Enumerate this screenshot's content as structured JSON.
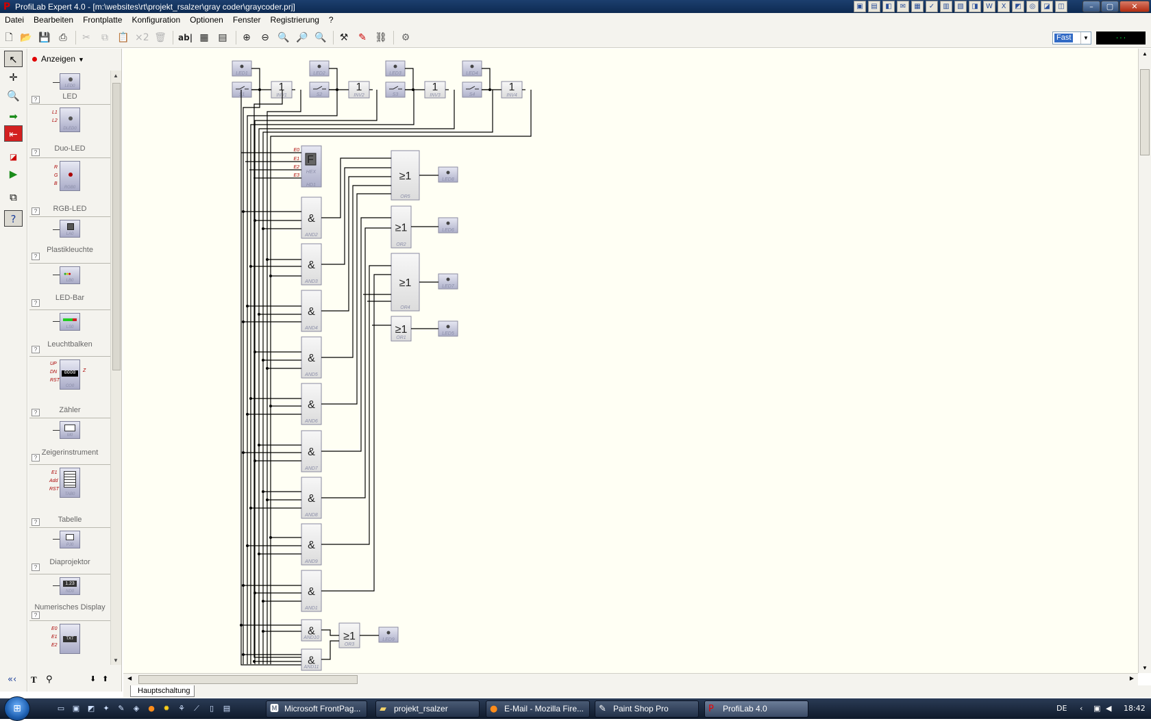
{
  "window": {
    "title": "ProfiLab Expert 4.0 - [m:\\websites\\rt\\projekt_rsalzer\\gray coder\\graycoder.prj]",
    "app_icon": "P"
  },
  "menu": [
    "Datei",
    "Bearbeiten",
    "Frontplatte",
    "Konfiguration",
    "Optionen",
    "Fenster",
    "Registrierung",
    "?"
  ],
  "toolbar": {
    "speed_value": "Fast",
    "speed_display": "..."
  },
  "library": {
    "header": "Anzeigen",
    "items": [
      {
        "label": "LED",
        "tag": "LED0"
      },
      {
        "label": "Duo-LED",
        "tag": "DLED0",
        "pins": [
          "L1",
          "L2"
        ]
      },
      {
        "label": "RGB-LED",
        "tag": "RGB0",
        "pins": [
          "R",
          "G",
          "B"
        ]
      },
      {
        "label": "Plastikleuchte",
        "tag": "LA0"
      },
      {
        "label": "LED-Bar",
        "tag": "LB0"
      },
      {
        "label": "Leuchtbalken",
        "tag": "LS0"
      },
      {
        "label": "Zähler",
        "tag": "CO0",
        "pins": [
          "UP",
          "DN",
          "RST"
        ],
        "out": "Z",
        "value": "0000"
      },
      {
        "label": "Zeigerinstrument",
        "tag": "M0"
      },
      {
        "label": "Tabelle",
        "tag": "TAB0",
        "pins": [
          "E1",
          "Add",
          "RST"
        ]
      },
      {
        "label": "Diaprojektor",
        "tag": "PJ0"
      },
      {
        "label": "Numerisches Display",
        "tag": "ND0",
        "value": "1.23"
      },
      {
        "label": "",
        "tag": "TXT",
        "pins": [
          "E0",
          "E1",
          "E2"
        ]
      }
    ],
    "help_mark": "?"
  },
  "circuit": {
    "top_leds": [
      "LED1",
      "LED2",
      "LED3",
      "LED4"
    ],
    "switches": [
      "S1",
      "S2",
      "S3",
      "S4"
    ],
    "inverters": [
      "INV1",
      "INV2",
      "INV3",
      "INV4"
    ],
    "inverter_symbol": "1",
    "hex": {
      "tag": "HD1",
      "label": "HEX",
      "digit": "F",
      "pins": [
        "E0",
        "E1",
        "E2",
        "E3"
      ]
    },
    "and_symbol": "&",
    "or_symbol": "≥1",
    "and_gates": [
      "AND2",
      "AND3",
      "AND4",
      "AND5",
      "AND6",
      "AND7",
      "AND8",
      "AND9",
      "AND1",
      "AND10",
      "AND11"
    ],
    "or_gates": [
      "OR5",
      "OR2",
      "OR4",
      "OR1",
      "OR3"
    ],
    "output_leds": [
      "LED8",
      "LED6",
      "LED7",
      "LED5",
      "LED9"
    ]
  },
  "sheet_tabs": [
    "Hauptschaltung"
  ],
  "taskbar": {
    "buttons": [
      {
        "label": "Microsoft FrontPag...",
        "icon": "frontpage-icon"
      },
      {
        "label": "projekt_rsalzer",
        "icon": "folder-icon"
      },
      {
        "label": "E-Mail - Mozilla Fire...",
        "icon": "firefox-icon"
      },
      {
        "label": "Paint Shop Pro",
        "icon": "paintshop-icon"
      },
      {
        "label": "ProfiLab 4.0",
        "icon": "profilab-icon",
        "active": true
      }
    ],
    "lang": "DE",
    "clock": "18:42"
  }
}
